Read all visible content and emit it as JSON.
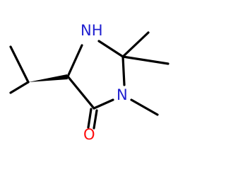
{
  "molecule": {
    "atoms": {
      "nh": {
        "label": "NH",
        "color": "#1f1fd0"
      },
      "n": {
        "label": "N",
        "color": "#1f1fd0"
      },
      "o": {
        "label": "O",
        "color": "#ff0d0d"
      }
    },
    "bond_color": "#000000",
    "background": "#ffffff"
  }
}
